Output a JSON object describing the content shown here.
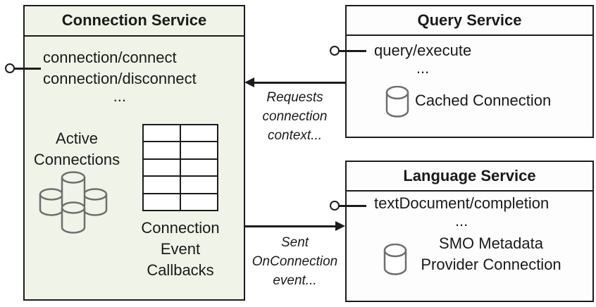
{
  "theme": {
    "connection-fill": "#f0f3e8",
    "service-fill": "#fdfdfd",
    "line-color": "#1c1c1c",
    "text-color": "#1a1a1a",
    "cylinder-stroke": "#6e6e6e"
  },
  "connection_service": {
    "title": "Connection Service",
    "methods": [
      "connection/connect",
      "connection/disconnect"
    ],
    "ellipsis": "...",
    "active_connections": [
      "Active",
      "Connections"
    ],
    "callbacks_label": [
      "Connection",
      "Event",
      "Callbacks"
    ],
    "table": {
      "rows": 5,
      "cols": 2
    }
  },
  "query_service": {
    "title": "Query Service",
    "method": "query/execute",
    "ellipsis": "...",
    "cache_label": "Cached Connection"
  },
  "language_service": {
    "title": "Language Service",
    "method": "textDocument/completion",
    "ellipsis": "...",
    "smo_label": [
      "SMO Metadata",
      "Provider Connection"
    ]
  },
  "arrows": {
    "requests_label": [
      "Requests",
      "connection",
      "context..."
    ],
    "sent_label": [
      "Sent",
      "OnConnection",
      "event..."
    ]
  }
}
